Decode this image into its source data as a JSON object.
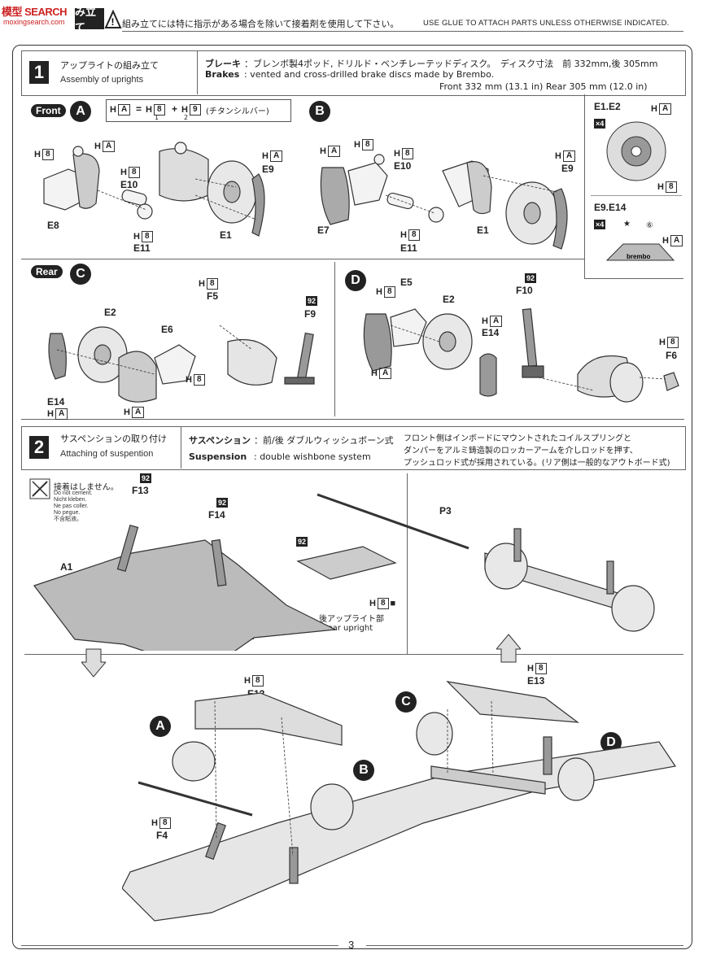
{
  "header": {
    "logo_top": "模型 SEARCH",
    "logo_bottom": "moxingsearch.com",
    "tab_label": "み立て",
    "note_jp": "組み立てには特に指示がある場合を除いて接着剤を使用して下さい。",
    "note_en": "USE GLUE TO ATTACH PARTS UNLESS OTHERWISE INDICATED."
  },
  "step1": {
    "number": "1",
    "title_jp": "アップライトの組み立て",
    "title_en": "Assembly of uprights",
    "spec_jp_label": "ブレーキ",
    "spec_jp": "：ブレンボ製4ポッド, ドリルド・ベンチレーテッドディスク。　ディスク寸法　前 332mm,後 305mm",
    "spec_en_label": "Brakes",
    "spec_en": ": vented and cross-drilled brake discs made by Brembo.",
    "spec_en_dims": "Front 332 mm (13.1 in)   Rear 305 mm (12.0 in)",
    "front_label": "Front",
    "rear_label": "Rear",
    "formula": "(チタンシルバー)",
    "formula_h1": "1",
    "formula_h2": "2",
    "sub_a": "A",
    "sub_b": "B",
    "sub_c": "C",
    "sub_d": "D",
    "side_e1e2": "E1.E2",
    "side_e9e14": "E9.E14",
    "times4": "×4",
    "brembo": "brembo",
    "six": "⑥"
  },
  "labels_a": {
    "e8": "E8",
    "e10": "E10",
    "e11": "E11",
    "e1": "E1",
    "e9": "E9",
    "h8": "8",
    "ha": "A"
  },
  "labels_b": {
    "e7": "E7",
    "e10": "E10",
    "e11": "E11",
    "e1": "E1",
    "e9": "E9"
  },
  "labels_c": {
    "e14": "E14",
    "e2": "E2",
    "e6": "E6",
    "f5": "F5",
    "f9": "F9"
  },
  "labels_d": {
    "e5": "E5",
    "e2": "E2",
    "e14": "E14",
    "f10": "F10",
    "f6": "F6"
  },
  "step2": {
    "number": "2",
    "title_jp": "サスペンションの取り付け",
    "title_en": "Attaching of  suspention",
    "spec_jp_label": "サスペンション",
    "spec_jp": "：前/後 ダブルウィッシュボーン式",
    "spec_en_label": "Suspension",
    "spec_en": ": double wishbone system",
    "desc_1": "フロント側はインボードにマウントされたコイルスプリングと",
    "desc_2": "ダンパーをアルミ鋳造製のロッカーアームを介しロッドを押す、",
    "desc_3": "プッシュロッド式が採用されている。(リア側は一般的なアウトボード式)",
    "no_cement_jp": "接着はしません。",
    "no_cement_1": "Do not cement.",
    "no_cement_2": "Nicht kleben.",
    "no_cement_3": "Ne pas coller.",
    "no_cement_4": "No pegue.",
    "no_cement_5": "不含點液。",
    "f13": "F13",
    "f14": "F14",
    "a1": "A1",
    "p3": "P3",
    "e12": "E12",
    "e13": "E13",
    "f4": "F4",
    "rear_upright_jp": "後アップライト部",
    "rear_upright_en": ": rear upright",
    "badge": "92"
  },
  "footer": {
    "page": "3"
  }
}
